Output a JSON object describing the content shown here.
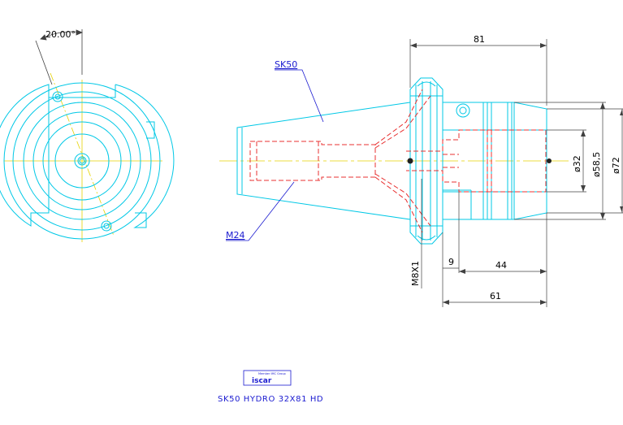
{
  "dimensions": {
    "angle": "20.00°",
    "overall_length": "81",
    "diameter_bore": "ø32",
    "diameter_body": "ø58,5",
    "diameter_outer": "ø72",
    "screw": "M8X1",
    "short_length": "9",
    "clamp_length": "44",
    "gauge_length": "61"
  },
  "labels": {
    "taper": "SK50",
    "thread": "M24"
  },
  "title_block": {
    "logo_text": "iscar",
    "logo_subtitle": "Member IMC Group",
    "product_name": "SK50  HYDRO  32X81  HD"
  },
  "colors": {
    "outline": "#00c8e6",
    "hidden": "#e83030",
    "centerline": "#e6d200",
    "dimension": "#404040",
    "leader": "#1a1ad0"
  }
}
